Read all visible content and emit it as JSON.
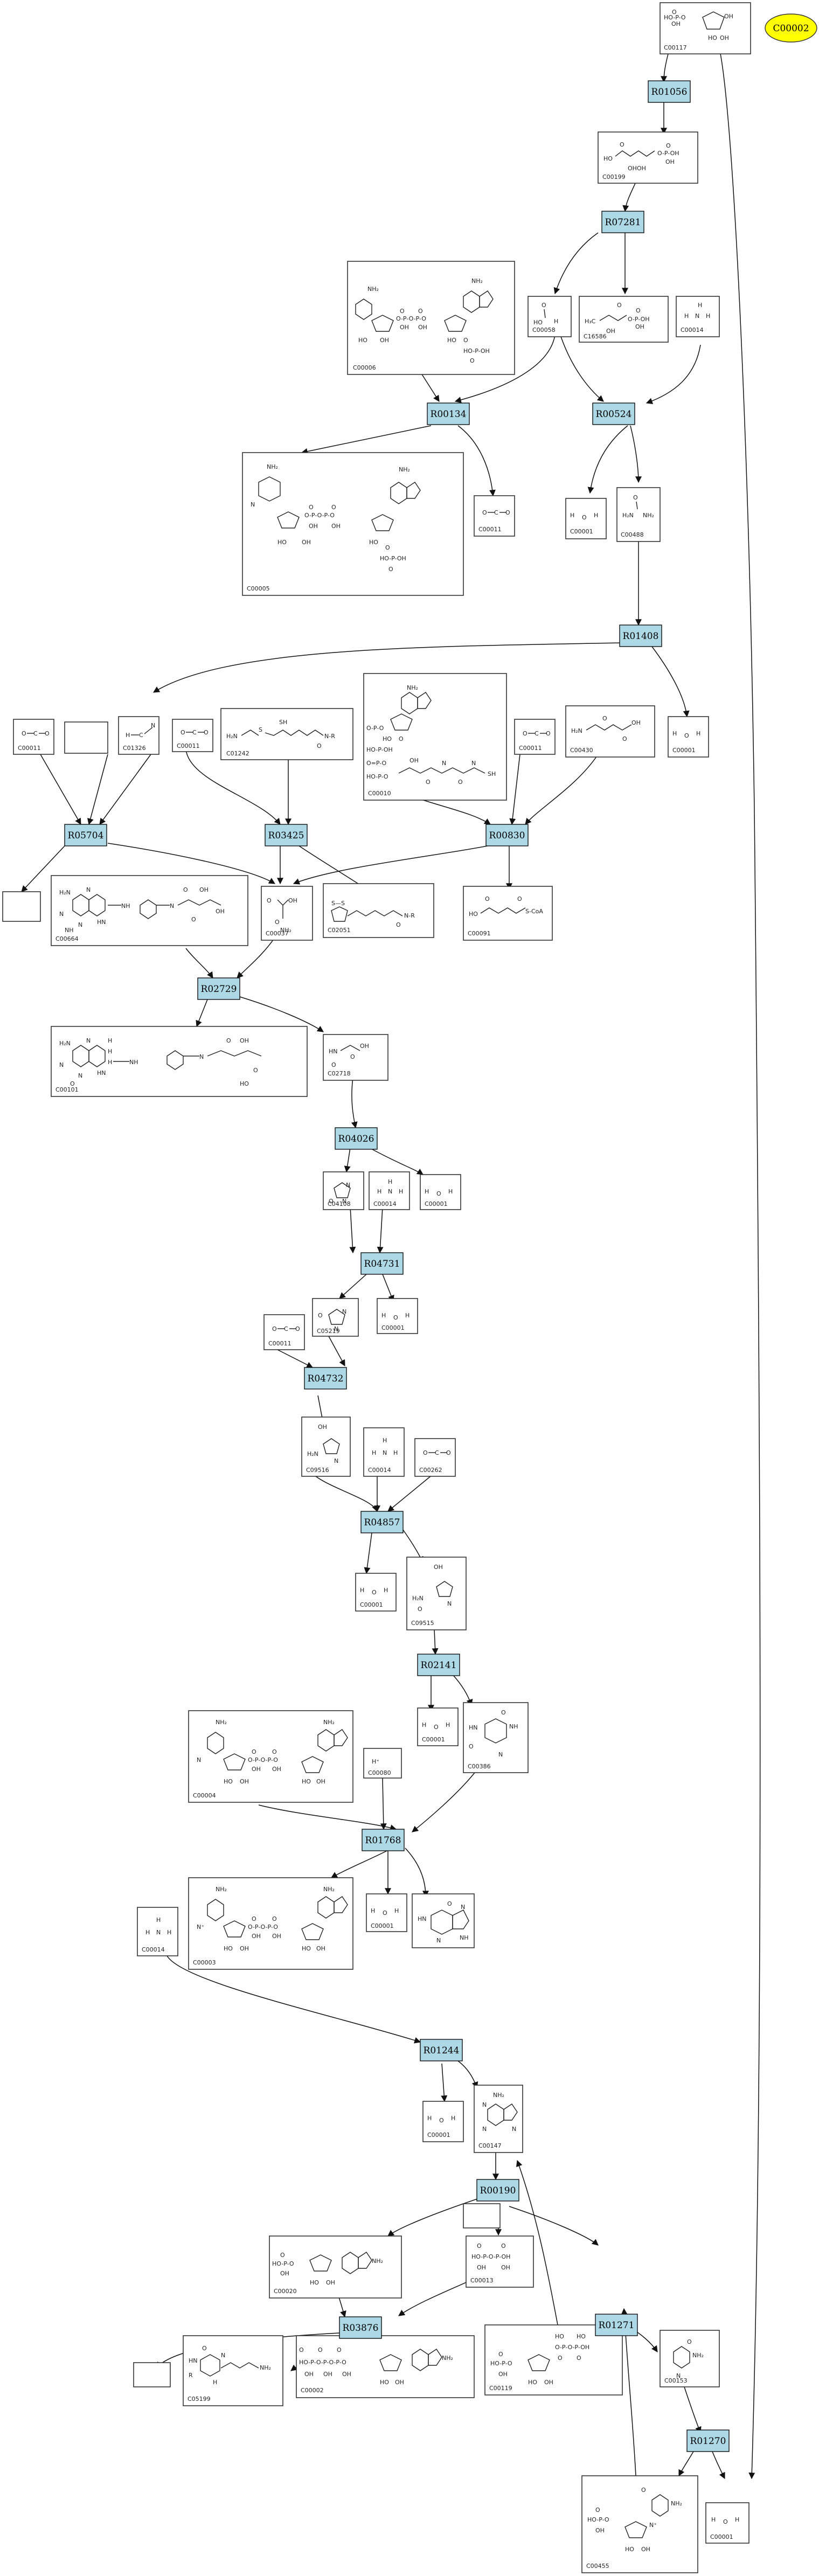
{
  "diagram": {
    "start_compound": "C00002",
    "reactions": [
      {
        "id": "R01056",
        "label": "R01056"
      },
      {
        "id": "R07281",
        "label": "R07281"
      },
      {
        "id": "R00134",
        "label": "R00134"
      },
      {
        "id": "R00524",
        "label": "R00524"
      },
      {
        "id": "R01408",
        "label": "R01408"
      },
      {
        "id": "R05704",
        "label": "R05704"
      },
      {
        "id": "R03425",
        "label": "R03425"
      },
      {
        "id": "R00830",
        "label": "R00830"
      },
      {
        "id": "R02729",
        "label": "R02729"
      },
      {
        "id": "R04026",
        "label": "R04026"
      },
      {
        "id": "R04731",
        "label": "R04731"
      },
      {
        "id": "R04732",
        "label": "R04732"
      },
      {
        "id": "R04857",
        "label": "R04857"
      },
      {
        "id": "R02141",
        "label": "R02141"
      },
      {
        "id": "R01768",
        "label": "R01768"
      },
      {
        "id": "R01244",
        "label": "R01244"
      },
      {
        "id": "R00190",
        "label": "R00190"
      },
      {
        "id": "R03876",
        "label": "R03876"
      },
      {
        "id": "R01271",
        "label": "R01271"
      },
      {
        "id": "R01270",
        "label": "R01270"
      }
    ],
    "compounds": [
      {
        "id": "c117",
        "label": "C00117"
      },
      {
        "id": "c199",
        "label": "C00199"
      },
      {
        "id": "c006",
        "label": "C00006"
      },
      {
        "id": "c058a",
        "label": "C00058"
      },
      {
        "id": "c16586",
        "label": "C16586"
      },
      {
        "id": "c014a",
        "label": "C00014"
      },
      {
        "id": "c005",
        "label": "C00005"
      },
      {
        "id": "c011a",
        "label": "C00011"
      },
      {
        "id": "c001a",
        "label": "C00001"
      },
      {
        "id": "c488",
        "label": "C00488"
      },
      {
        "id": "c001b",
        "label": "C00001"
      },
      {
        "id": "c011b",
        "label": "C00011"
      },
      {
        "id": "c1326",
        "label": "C01326"
      },
      {
        "id": "c011c",
        "label": "C00011"
      },
      {
        "id": "c1242",
        "label": "C01242"
      },
      {
        "id": "c010",
        "label": "C00010"
      },
      {
        "id": "c011d",
        "label": "C00011"
      },
      {
        "id": "c430",
        "label": "C00430"
      },
      {
        "id": "c664",
        "label": "C00664"
      },
      {
        "id": "c037",
        "label": "C00037"
      },
      {
        "id": "c2051",
        "label": "C02051"
      },
      {
        "id": "c091",
        "label": "C00091"
      },
      {
        "id": "c101",
        "label": "C00101"
      },
      {
        "id": "c2718",
        "label": "C02718"
      },
      {
        "id": "c4108",
        "label": "C04108"
      },
      {
        "id": "c014b",
        "label": "C00014"
      },
      {
        "id": "c001c",
        "label": "C00001"
      },
      {
        "id": "c5219",
        "label": "C05219"
      },
      {
        "id": "c001d",
        "label": "C00001"
      },
      {
        "id": "c011e",
        "label": "C00011"
      },
      {
        "id": "c9516",
        "label": "C09516"
      },
      {
        "id": "c014c",
        "label": "C00014"
      },
      {
        "id": "c262a",
        "label": "C00262"
      },
      {
        "id": "c001e",
        "label": "C00001"
      },
      {
        "id": "c9515",
        "label": "C09515"
      },
      {
        "id": "c001f",
        "label": "C00001"
      },
      {
        "id": "c0386",
        "label": "C00386"
      },
      {
        "id": "c004",
        "label": "C00004"
      },
      {
        "id": "c080",
        "label": "C00080"
      },
      {
        "id": "c003",
        "label": "C00003"
      },
      {
        "id": "c001g",
        "label": "C00001"
      },
      {
        "id": "c014d",
        "label": "C00014"
      },
      {
        "id": "c001h",
        "label": "C00001"
      },
      {
        "id": "c0147",
        "label": "C00147"
      },
      {
        "id": "c020",
        "label": "C00020"
      },
      {
        "id": "c013",
        "label": "C00013"
      },
      {
        "id": "c5199",
        "label": "C05199"
      },
      {
        "id": "c002",
        "label": "C00002"
      },
      {
        "id": "c119",
        "label": "C00119"
      },
      {
        "id": "c153",
        "label": "C00153"
      },
      {
        "id": "c455",
        "label": "C00455"
      },
      {
        "id": "c001i",
        "label": "C00001"
      }
    ]
  },
  "colors": {
    "reaction_fill": "#add8e6",
    "highlight_fill": "#ffff00"
  }
}
